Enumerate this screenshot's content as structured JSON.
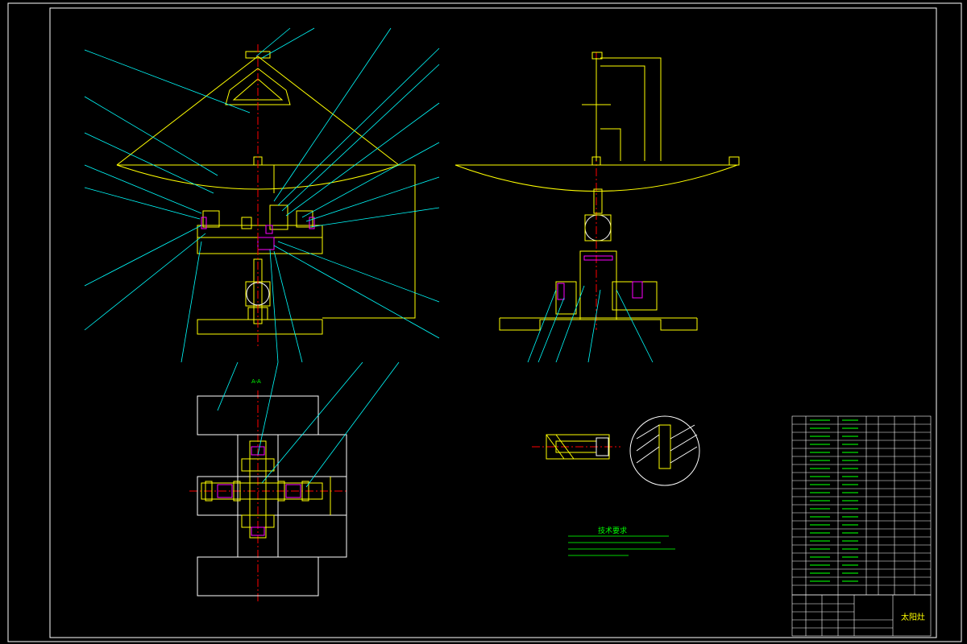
{
  "sheet": {
    "title": "太阳灶",
    "tech_requirements_title": "技术要求",
    "section_a_label": "A-A"
  },
  "colors": {
    "background": "#000000",
    "outline": "#ffff00",
    "leader": "#00ffff",
    "centerline": "#ff0000",
    "part": "#ff00ff",
    "text": "#00ff00",
    "frame": "#ffffff"
  }
}
